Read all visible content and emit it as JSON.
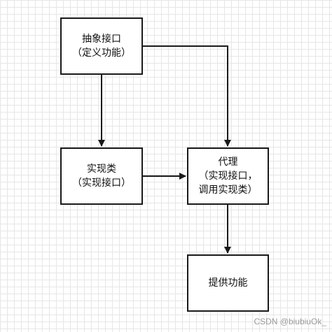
{
  "nodes": {
    "abstract_interface": {
      "line1": "抽象接口",
      "line2": "（定义功能）"
    },
    "implementation_class": {
      "line1": "实现类",
      "line2": "（实现接口）"
    },
    "proxy": {
      "line1": "代理",
      "line2": "（实现接口，",
      "line3": "调用实现类）"
    },
    "provide_function": {
      "line1": "提供功能"
    }
  },
  "edges": [
    {
      "from": "抽象接口",
      "to": "实现类"
    },
    {
      "from": "抽象接口",
      "to": "代理"
    },
    {
      "from": "实现类",
      "to": "代理"
    },
    {
      "from": "代理",
      "to": "提供功能"
    }
  ],
  "watermark": "CSDN @biubiuOk_",
  "colors": {
    "stroke": "#1a1a1a",
    "grid": "#e6e6e6",
    "watermark": "#9a9a9a"
  }
}
